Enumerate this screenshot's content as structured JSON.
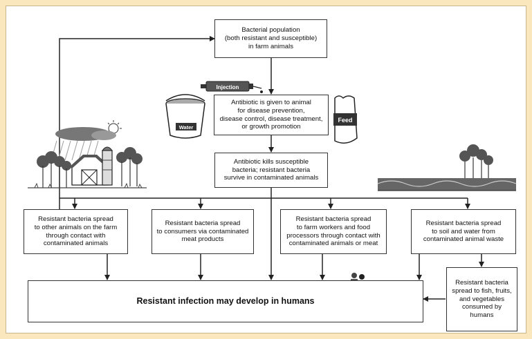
{
  "boxes": {
    "population": "Bacterial population\n(both resistant and susceptible)\nin farm animals",
    "antibiotic_given": "Antibiotic is given to animal\nfor disease prevention,\ndisease control, disease treatment,\nor growth promotion",
    "antibiotic_kills": "Antibiotic kills susceptible\nbacteria; resistant bacteria\nsurvive in contaminated animals",
    "spread_animals": "Resistant bacteria spread\nto other animals on the farm\nthrough contact with\ncontaminated animals",
    "spread_consumers": "Resistant bacteria spread\nto consumers via contaminated\nmeat products",
    "spread_workers": "Resistant bacteria spread\nto farm workers and food\nprocessors through contact with\ncontaminated animals or meat",
    "spread_soil": "Resistant bacteria spread\nto soil and water from\ncontaminated animal waste",
    "spread_produce": "Resistant bacteria\nspread to fish, fruits,\nand vegetables\nconsumed by\nhumans",
    "infection": "Resistant infection may develop in humans"
  },
  "illustration_labels": {
    "syringe": "Injection",
    "bucket": "Water",
    "sack": "Feed"
  },
  "colors": {
    "page_background": "#fbe7be",
    "line": "#222222"
  }
}
